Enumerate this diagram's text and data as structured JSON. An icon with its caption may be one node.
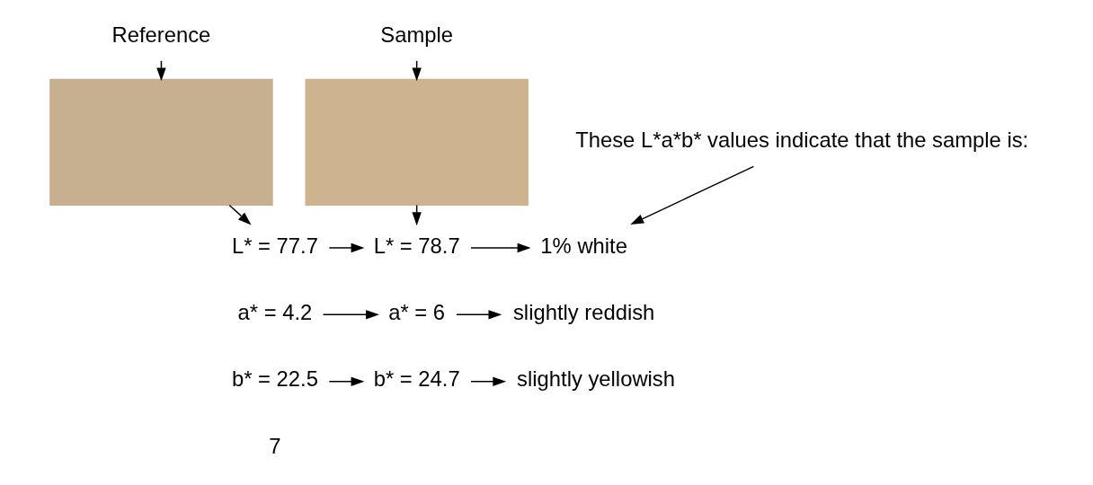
{
  "diagram": {
    "nodes": [
      {
        "text": [
          "Reference"
        ]
      },
      {
        "text": [
          "Sample"
        ]
      },
      {
        "text": [],
        "shape": "box"
      },
      {
        "text": [],
        "shape": "box"
      },
      {
        "text": [
          "These L*a*b* values indicate that the sample is:"
        ]
      },
      {
        "text": [
          "L* = 77.7"
        ]
      },
      {
        "text": [
          "L* = 78.7"
        ]
      },
      {
        "text": [
          "1% white"
        ]
      },
      {
        "text": [
          "a* = 4.2"
        ]
      },
      {
        "text": [
          "a* = 6"
        ]
      },
      {
        "text": [
          "slightly reddish"
        ]
      },
      {
        "text": [
          "b* = 22.5"
        ]
      },
      {
        "text": [
          "b* = 24.7"
        ]
      },
      {
        "text": [
          "slightly yellowish"
        ]
      }
    ],
    "edges": [
      {
        "from": 0,
        "to": 2,
        "arrow": "to"
      },
      {
        "from": 1,
        "to": 3,
        "arrow": "to"
      },
      {
        "from": 2,
        "to": 5,
        "arrow": "to"
      },
      {
        "from": 3,
        "to": 6,
        "arrow": "to"
      },
      {
        "from": 4,
        "to": 7,
        "arrow": "to"
      },
      {
        "from": 5,
        "to": 6,
        "arrow": "to"
      },
      {
        "from": 6,
        "to": 7,
        "arrow": "to"
      },
      {
        "from": 8,
        "to": 9,
        "arrow": "to"
      },
      {
        "from": 9,
        "to": 10,
        "arrow": "to"
      },
      {
        "from": 11,
        "to": 12,
        "arrow": "to"
      },
      {
        "from": 12,
        "to": 13,
        "arrow": "to"
      }
    ],
    "labels": [
      "7"
    ]
  }
}
